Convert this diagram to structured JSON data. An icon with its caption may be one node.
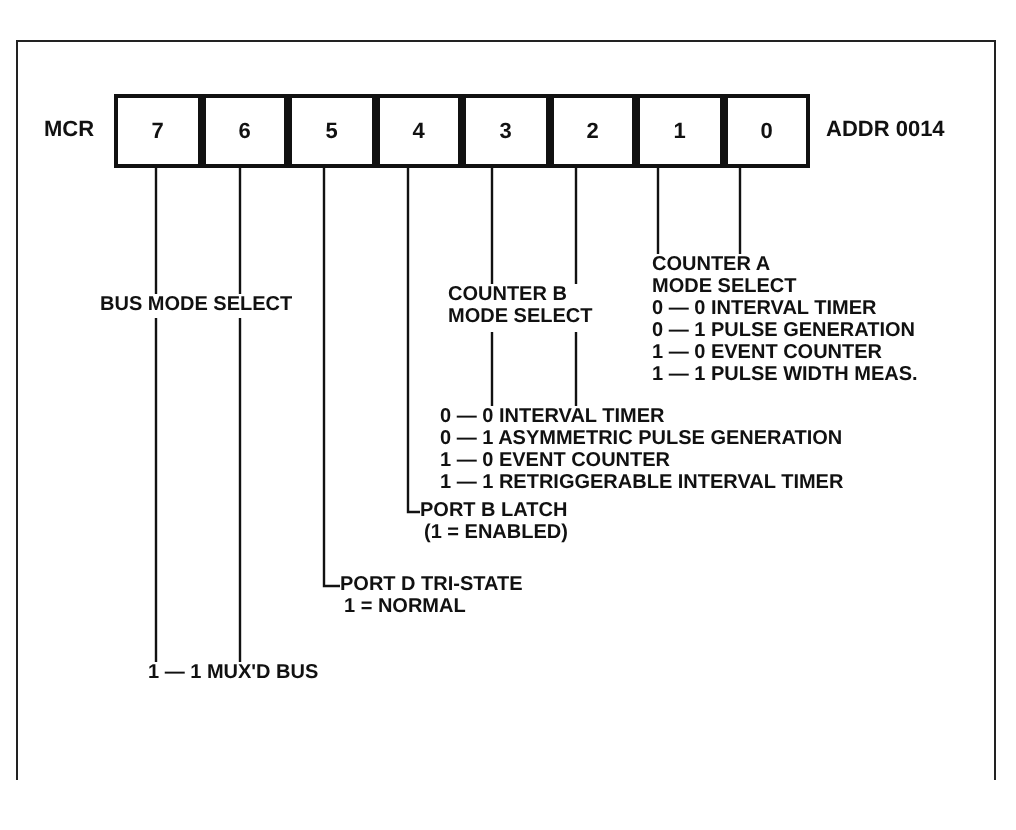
{
  "diagram": {
    "nodes": [
      {
        "text": [
          "7"
        ]
      },
      {
        "text": [
          "6"
        ]
      },
      {
        "text": [
          "5"
        ]
      },
      {
        "text": [
          "4"
        ]
      },
      {
        "text": [
          "3"
        ]
      },
      {
        "text": [
          "2"
        ]
      },
      {
        "text": [
          "1"
        ]
      },
      {
        "text": [
          "0"
        ]
      },
      {
        "text": [
          "COUNTER A MODE SELECT",
          "0 — 0 INTERVAL TIMER",
          "0 — 1 PULSE GENERATION",
          "1 — 0 EVENT COUNTER",
          "1 — 1 PULSE WIDTH MEAS."
        ]
      },
      {
        "text": [
          "COUNTER B MODE SELECT"
        ]
      },
      {
        "text": [
          "BUS MODE SELECT"
        ]
      },
      {
        "text": [
          "0 — 0 INTERVAL TIMER",
          "0 — 1 ASYMMETRIC PULSE GENERATION",
          "1 — 0 EVENT COUNTER",
          "1 — 1 RETRIGGERABLE INTERVAL TIMER"
        ]
      },
      {
        "text": [
          "PORT B LATCH",
          "(1 = ENABLED)"
        ]
      },
      {
        "text": [
          "PORT D TRI-STATE",
          "1 = NORMAL"
        ]
      },
      {
        "text": [
          "1 — 1 MUX'D BUS"
        ]
      }
    ],
    "edges": [
      {
        "from": 0,
        "to": 10,
        "arrow": "none"
      },
      {
        "from": 1,
        "to": 10,
        "arrow": "none"
      },
      {
        "from": 10,
        "to": 14,
        "arrow": "none"
      },
      {
        "from": 10,
        "to": 14,
        "arrow": "none"
      },
      {
        "from": 2,
        "to": 13,
        "arrow": "none"
      },
      {
        "from": 3,
        "to": 12,
        "arrow": "none"
      },
      {
        "from": 4,
        "to": 9,
        "arrow": "none"
      },
      {
        "from": 5,
        "to": 9,
        "arrow": "none"
      },
      {
        "from": 9,
        "to": 11,
        "arrow": "none"
      },
      {
        "from": 9,
        "to": 11,
        "arrow": "none"
      },
      {
        "from": 6,
        "to": 8,
        "arrow": "none"
      },
      {
        "from": 7,
        "to": 8,
        "arrow": "none"
      }
    ],
    "labels": [
      "MCR",
      "ADDR 0014"
    ]
  }
}
